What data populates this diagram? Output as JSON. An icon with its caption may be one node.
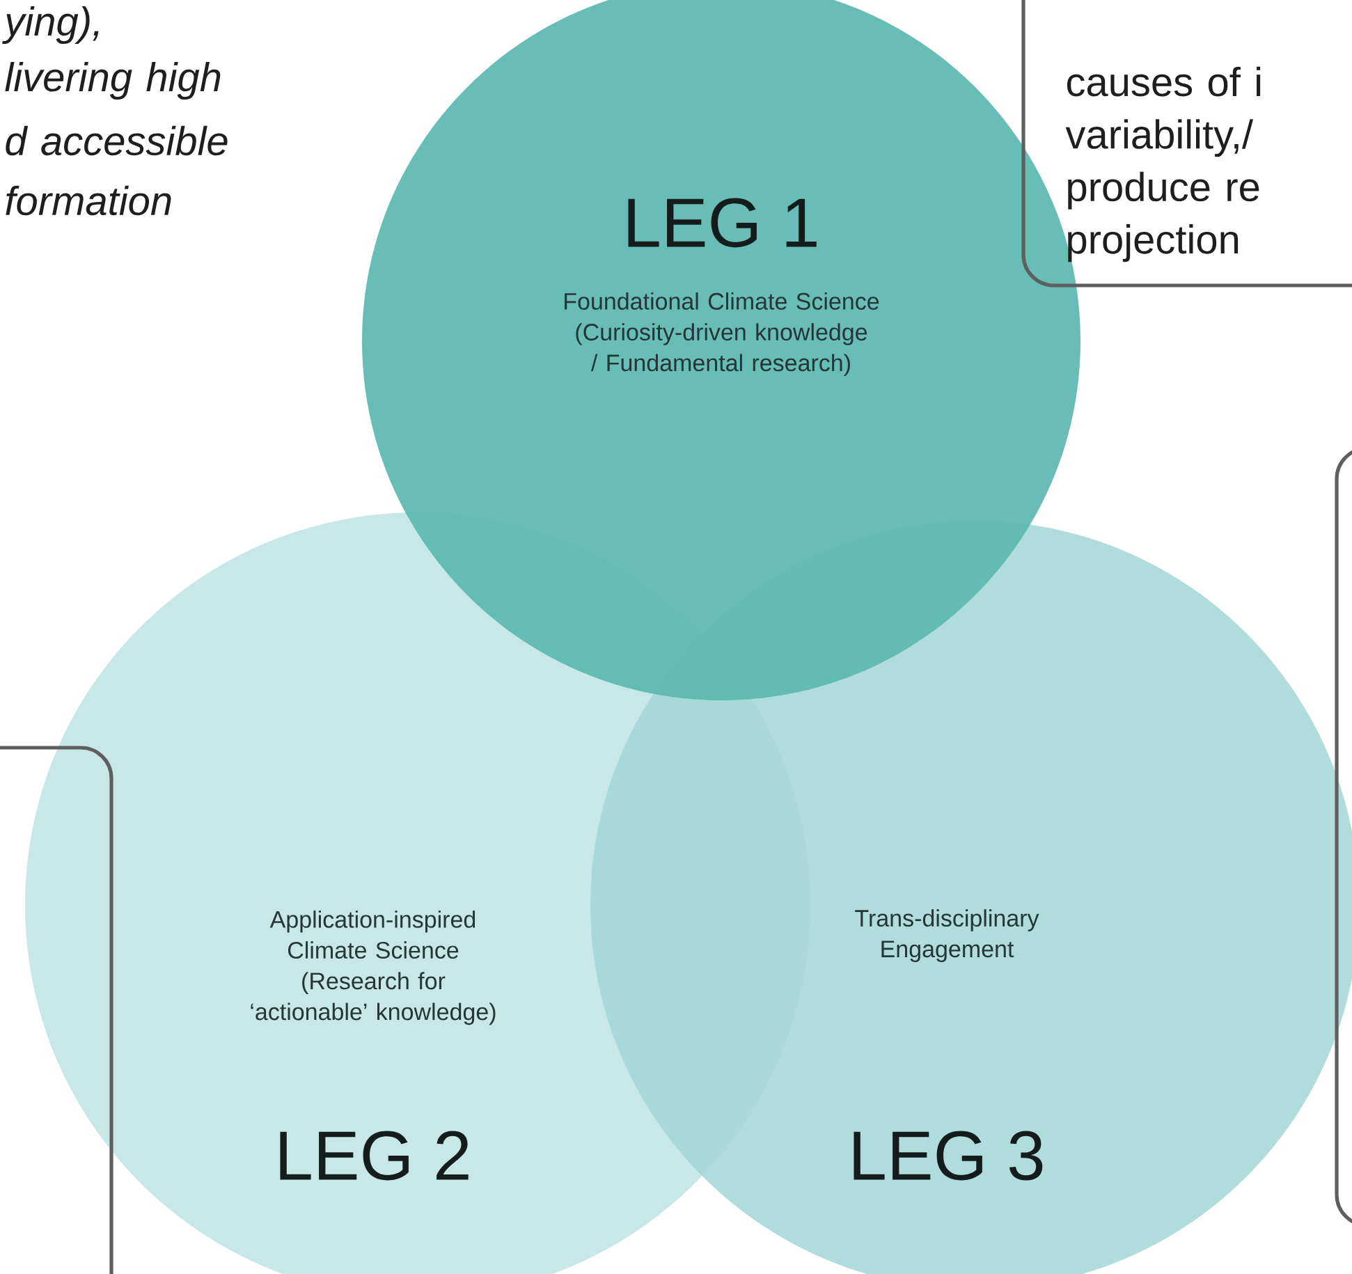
{
  "diagram": {
    "nodes": [
      {
        "text": [
          "LEG 1",
          "Foundational Climate Science (Curiosity-driven knowledge / Fundamental research)"
        ]
      },
      {
        "text": [
          "causes of i variability,/ produce re projection"
        ]
      },
      {
        "text": [],
        "shape": "box"
      },
      {
        "text": [
          "Application-inspired Climate Science (Research for ‘actionable’ knowledge)",
          "LEG 2"
        ]
      },
      {
        "text": [
          "Trans-disciplinary Engagement",
          "LEG 3"
        ]
      },
      {
        "text": [],
        "shape": "box"
      }
    ],
    "edges": [],
    "labels": [
      "ying),",
      "livering high",
      "d accessible",
      "formation"
    ]
  }
}
